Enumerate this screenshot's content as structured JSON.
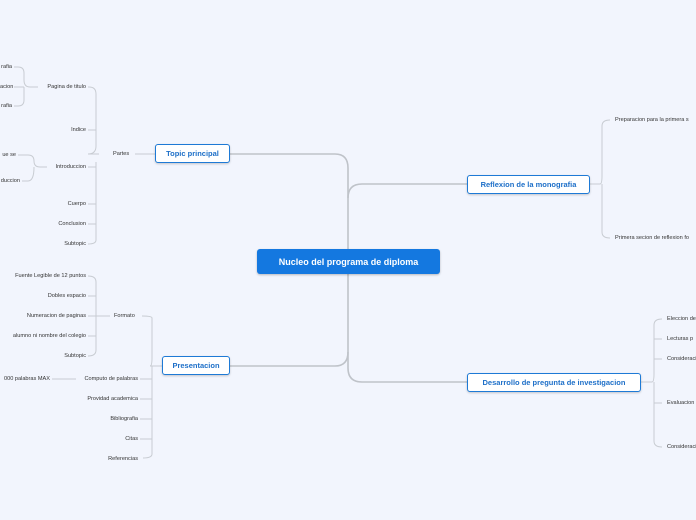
{
  "central": {
    "label": "Nucleo del programa de diploma"
  },
  "topic_principal": {
    "label": "Topic principal",
    "partes": {
      "label": "Partes",
      "pagina_de_titulo": {
        "label": "Pagina de titulo",
        "children": [
          "rafia",
          "acion",
          "rafia"
        ]
      },
      "indice": "Indice",
      "introduccion": {
        "label": "Introduccion",
        "children": [
          "ue se",
          "duccion"
        ]
      },
      "cuerpo": "Cuerpo",
      "conclusion": "Conclusion",
      "subtopic": "Subtopic"
    }
  },
  "presentacion": {
    "label": "Presentacion",
    "formato": {
      "label": "Formato",
      "children": [
        "Fuente Legible de 12 puntos",
        "Dobles espacio",
        "Numeracion de paginas",
        "alumno  ni nombre del colegio",
        "Subtopic"
      ]
    },
    "computo": {
      "label": "Computo de palabras",
      "children": [
        "000 palabras MAX"
      ]
    },
    "others": [
      "Providad academica",
      "Bibliografia",
      "Citas",
      "Referencias"
    ]
  },
  "reflexion": {
    "label": "Reflexion de la monografia",
    "children": [
      "Preparacion para la primera s",
      "Primera secion de reflexion fo"
    ]
  },
  "desarrollo": {
    "label": "Desarrollo de pregunta de investigacion",
    "children": [
      "Eleccion de",
      "Lecturas p",
      "Consideraci",
      "Evaluacion",
      "Consideraci"
    ]
  }
}
